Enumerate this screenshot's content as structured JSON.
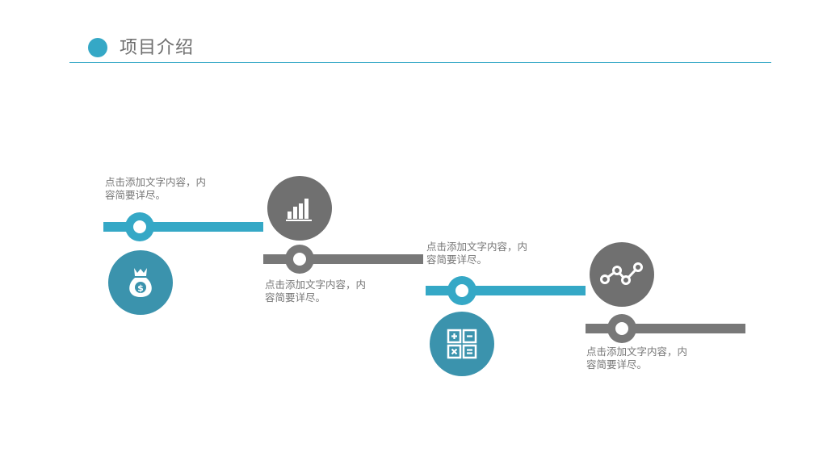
{
  "header": {
    "title": "项目介绍"
  },
  "colors": {
    "accent": "#35a8c6",
    "accent_dark": "#3b93ad",
    "gray": "#787878"
  },
  "steps": [
    {
      "icon": "money-bag-icon",
      "color": "blue",
      "caption": [
        "点击添加文字内容，内",
        "容简要详尽。"
      ]
    },
    {
      "icon": "bar-chart-icon",
      "color": "gray",
      "caption": [
        "点击添加文字内容，内",
        "容简要详尽。"
      ]
    },
    {
      "icon": "calculator-icon",
      "color": "blue",
      "caption": [
        "点击添加文字内容，内",
        "容简要详尽。"
      ]
    },
    {
      "icon": "line-graph-icon",
      "color": "gray",
      "caption": [
        "点击添加文字内容，内",
        "容简要详尽。"
      ]
    }
  ]
}
